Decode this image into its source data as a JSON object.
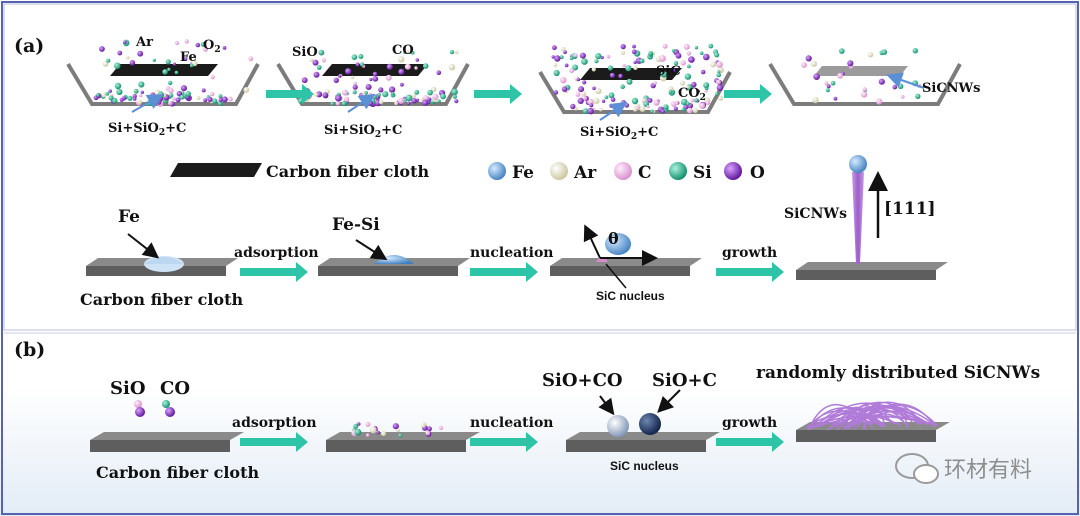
{
  "panel_a": {
    "label": "(a)",
    "boats": {
      "b1": {
        "ar": "Ar",
        "fe": "Fe",
        "o2": "O",
        "o2_sub": "2",
        "feed_a": "Si+SiO",
        "feed_sub": "2",
        "feed_b": "+C"
      },
      "b2": {
        "sio": "SiO",
        "co": "CO",
        "feed_a": "Si+SiO",
        "feed_sub": "2",
        "feed_b": "+C"
      },
      "b3": {
        "sic": "SiC",
        "co2": "CO",
        "co2_sub": "2",
        "feed_a": "Si+SiO",
        "feed_sub": "2",
        "feed_b": "+C"
      },
      "b4": {
        "sicnws": "SiCNWs"
      }
    },
    "legend": {
      "cloth": "Carbon fiber cloth",
      "items": [
        {
          "label": "Fe",
          "color": "#5b9bd5"
        },
        {
          "label": "Ar",
          "color": "#f4f0d0"
        },
        {
          "label": "C",
          "color": "#f2b8e6"
        },
        {
          "label": "Si",
          "color": "#19a982"
        },
        {
          "label": "O",
          "color": "#8a1fc8"
        }
      ]
    },
    "steps": {
      "fe": "Fe",
      "fesi": "Fe-Si",
      "theta": "θ",
      "nucleus": "SiC nucleus",
      "sicnws": "SiCNWs",
      "direction": "[111]",
      "substrate": "Carbon fiber cloth",
      "arrows": [
        "adsorption",
        "nucleation",
        "growth"
      ]
    }
  },
  "panel_b": {
    "label": "(b)",
    "sio": "SiO",
    "co": "CO",
    "substrate": "Carbon fiber cloth",
    "sio_co": "SiO+CO",
    "sio_c": "SiO+C",
    "nucleus": "SiC nucleus",
    "random": "randomly distributed SiCNWs",
    "arrows": [
      "adsorption",
      "nucleation",
      "growth"
    ]
  },
  "watermark": "环材有料",
  "colors": {
    "arrow": "#2ec4a8",
    "plate_top": "#8a8a8a",
    "plate_side": "#5e5e5e",
    "border": "#5563b0",
    "nanowire": "#b07ad8"
  }
}
